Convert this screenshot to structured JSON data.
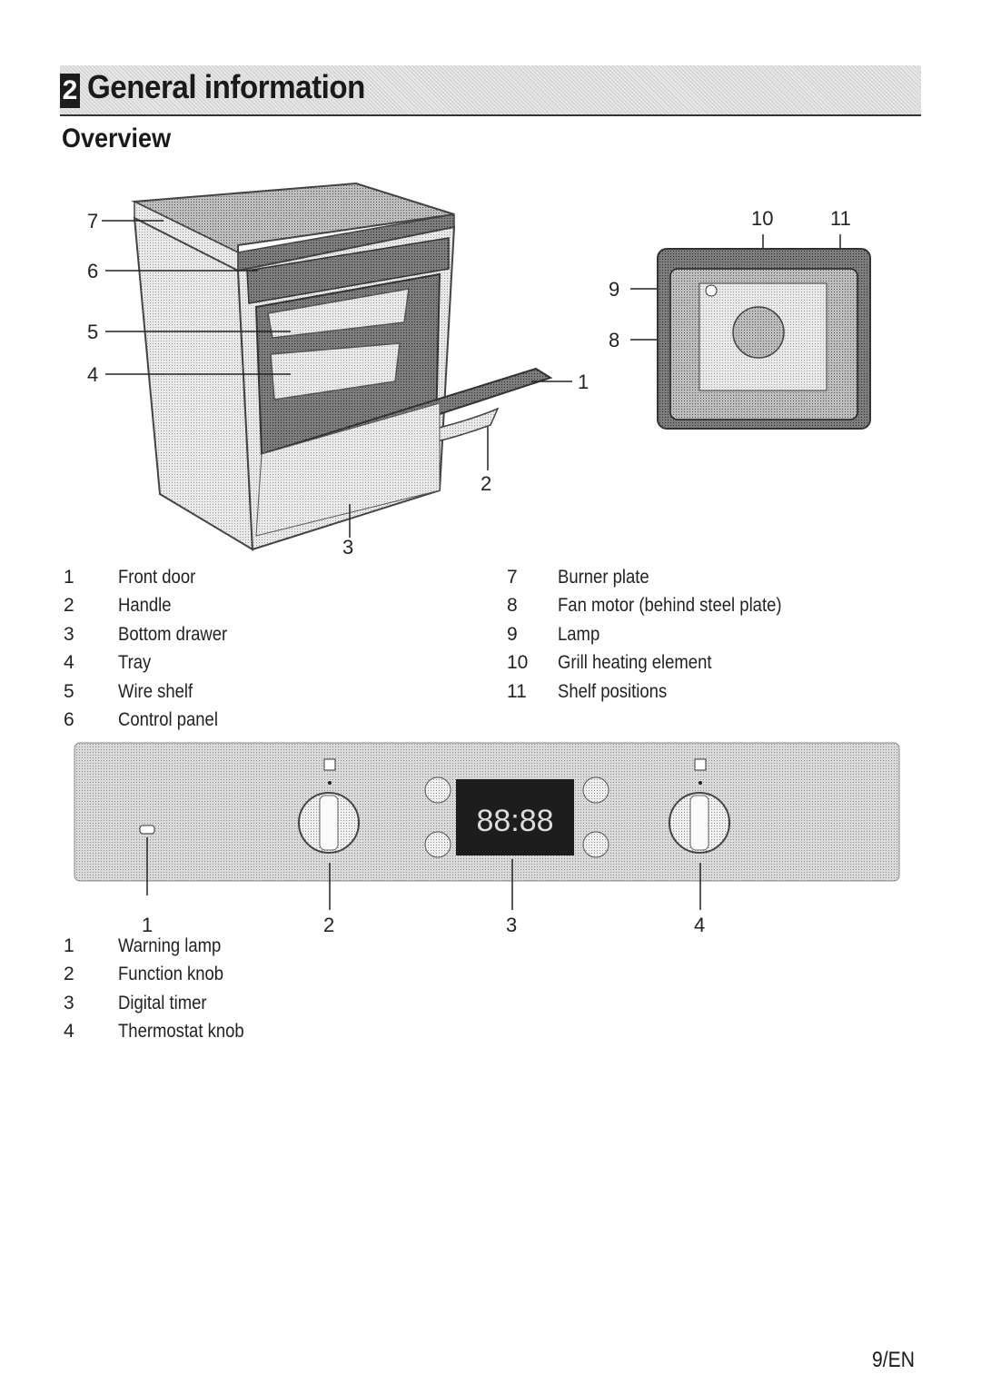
{
  "header": {
    "section_number": "2",
    "title": "General information"
  },
  "subtitle": "Overview",
  "figure1": {
    "callouts": [
      "1",
      "2",
      "3",
      "4",
      "5",
      "6",
      "7",
      "8",
      "9",
      "10",
      "11"
    ]
  },
  "legend_left": [
    {
      "num": "1",
      "label": "Front door"
    },
    {
      "num": "2",
      "label": "Handle"
    },
    {
      "num": "3",
      "label": "Bottom drawer"
    },
    {
      "num": "4",
      "label": "Tray"
    },
    {
      "num": "5",
      "label": "Wire shelf"
    },
    {
      "num": "6",
      "label": "Control panel"
    }
  ],
  "legend_right": [
    {
      "num": "7",
      "label": "Burner plate"
    },
    {
      "num": "8",
      "label": "Fan motor (behind steel plate)"
    },
    {
      "num": "9",
      "label": "Lamp"
    },
    {
      "num": "10",
      "label": "Grill heating element"
    },
    {
      "num": "11",
      "label": "Shelf positions"
    }
  ],
  "panel": {
    "display_text": "88:88",
    "callouts": [
      "1",
      "2",
      "3",
      "4"
    ]
  },
  "legend_panel": [
    {
      "num": "1",
      "label": "Warning lamp"
    },
    {
      "num": "2",
      "label": "Function knob"
    },
    {
      "num": "3",
      "label": "Digital timer"
    },
    {
      "num": "4",
      "label": "Thermostat knob"
    }
  ],
  "page_number": "9/EN"
}
